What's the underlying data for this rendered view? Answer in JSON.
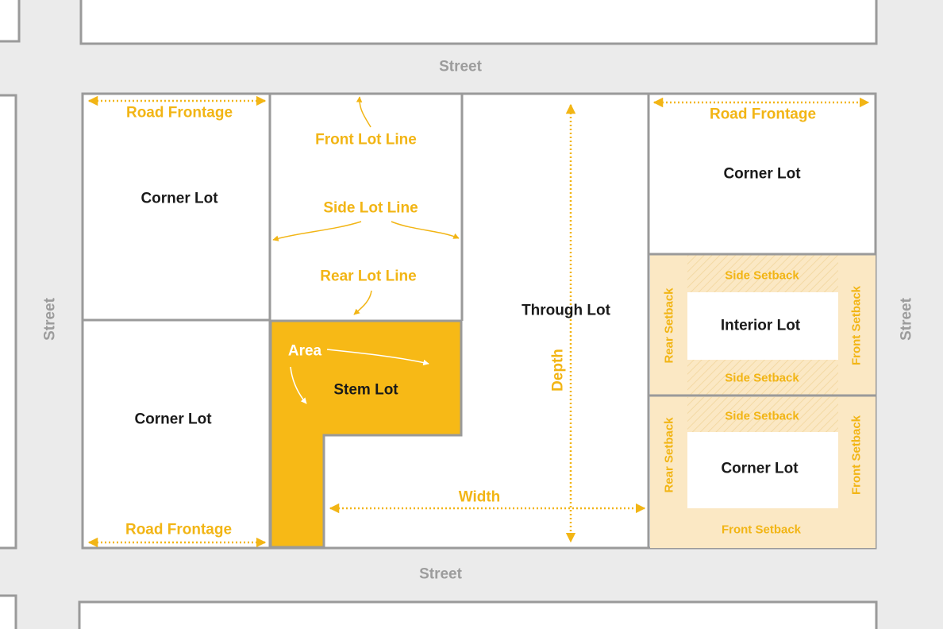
{
  "streets": {
    "top": "Street",
    "bottom": "Street",
    "left": "Street",
    "right": "Street"
  },
  "lots": {
    "corner_top_left": "Corner Lot",
    "corner_bottom_left": "Corner Lot",
    "corner_top_right": "Corner Lot",
    "corner_bottom_right": "Corner Lot",
    "through": "Through Lot",
    "stem": "Stem Lot",
    "interior": "Interior Lot"
  },
  "annotations": {
    "road_frontage_top_left": "Road Frontage",
    "road_frontage_bottom_left": "Road Frontage",
    "road_frontage_top_right": "Road Frontage",
    "front_lot_line": "Front Lot Line",
    "side_lot_line": "Side Lot Line",
    "rear_lot_line": "Rear Lot Line",
    "area": "Area",
    "depth": "Depth",
    "width": "Width"
  },
  "setbacks": {
    "interior_side_top": "Side Setback",
    "interior_side_bottom": "Side Setback",
    "interior_rear": "Rear Setback",
    "interior_front": "Front Setback",
    "corner_side": "Side Setback",
    "corner_rear": "Rear Setback",
    "corner_front_side": "Front Setback",
    "corner_front_bottom": "Front Setback"
  },
  "colors": {
    "background": "#ebebeb",
    "lot_fill": "#ffffff",
    "lot_border": "#9a9a9a",
    "accent": "#f2b515",
    "setback_fill": "#fbe8c4",
    "street_text": "#9c9c9c",
    "lot_text": "#1a1a1a"
  }
}
